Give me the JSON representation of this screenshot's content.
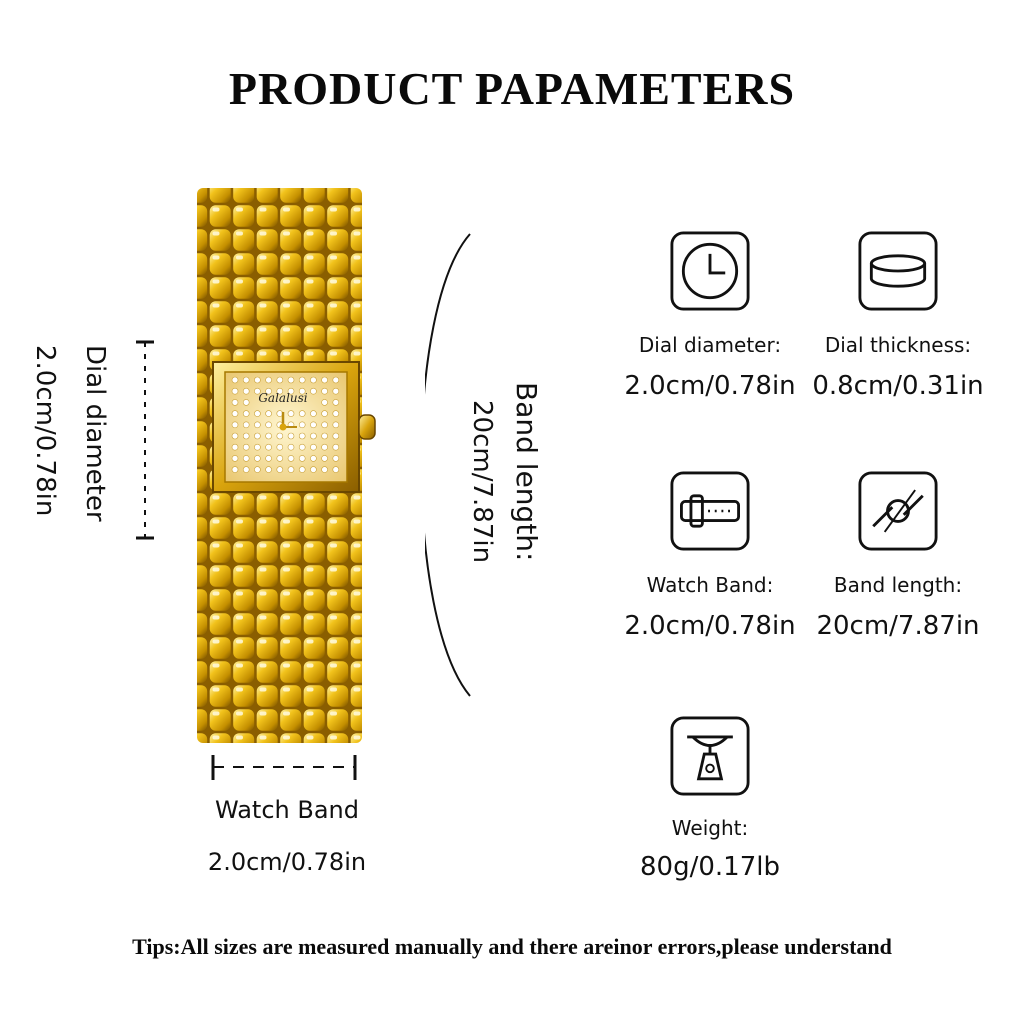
{
  "header": {
    "title": "PRODUCT PAPAMETERS"
  },
  "watch": {
    "brand": "Galalusi"
  },
  "annotations": {
    "dial_label": "Dial diameter",
    "dial_value": "2.0cm/0.78in",
    "band_length_label": "Band length:",
    "band_length_value": "20cm/7.87in",
    "watch_band_label": "Watch Band",
    "watch_band_value": "2.0cm/0.78in"
  },
  "specs": [
    {
      "icon": "clock-icon",
      "label": "Dial diameter:",
      "value": "2.0cm/0.78in"
    },
    {
      "icon": "dial-thickness-icon",
      "label": "Dial thickness:",
      "value": "0.8cm/0.31in"
    },
    {
      "icon": "watch-band-icon",
      "label": "Watch Band:",
      "value": "2.0cm/0.78in"
    },
    {
      "icon": "band-length-icon",
      "label": "Band length:",
      "value": "20cm/7.87in"
    },
    {
      "icon": "scale-icon",
      "label": "Weight:",
      "value": "80g/0.17lb"
    }
  ],
  "footer": {
    "tips": "Tips:All sizes are measured manually and there areinor errors,please understand"
  },
  "colors": {
    "gold": "#e2b20f",
    "gold_dark": "#9a6f00",
    "text": "#111111"
  }
}
